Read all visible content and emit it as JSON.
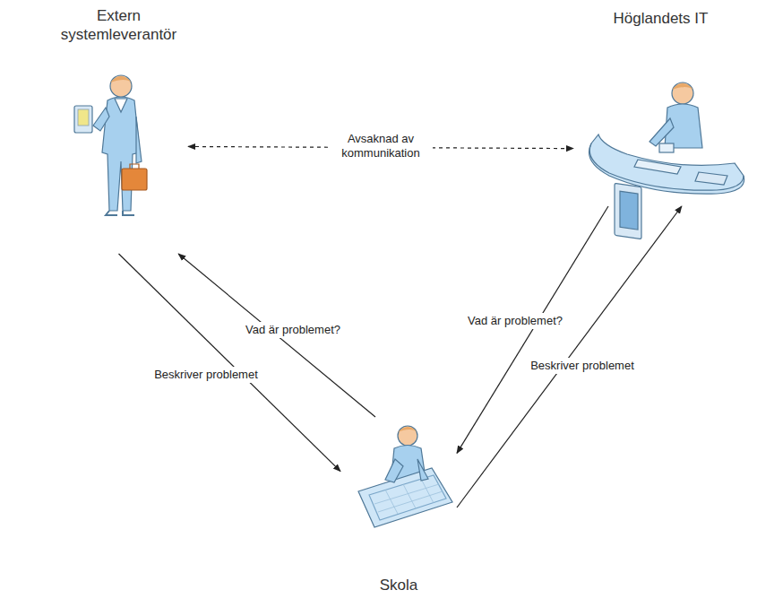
{
  "diagram": {
    "nodes": [
      {
        "text": [
          "Extern systemleverantör"
        ]
      },
      {
        "text": [
          "Höglandets IT"
        ]
      },
      {
        "text": [
          "Skola"
        ]
      }
    ],
    "edges": [
      {
        "from": 0,
        "to": 1,
        "arrow": "both",
        "label": "Avsaknad av kommunikation"
      },
      {
        "from": 2,
        "to": 0,
        "arrow": "to",
        "label": "Vad är problemet?"
      },
      {
        "from": 0,
        "to": 2,
        "arrow": "to",
        "label": "Beskriver problemet"
      },
      {
        "from": 1,
        "to": 2,
        "arrow": "to",
        "label": "Vad är problemet?"
      },
      {
        "from": 2,
        "to": 1,
        "arrow": "to",
        "label": "Beskriver problemet"
      }
    ]
  }
}
